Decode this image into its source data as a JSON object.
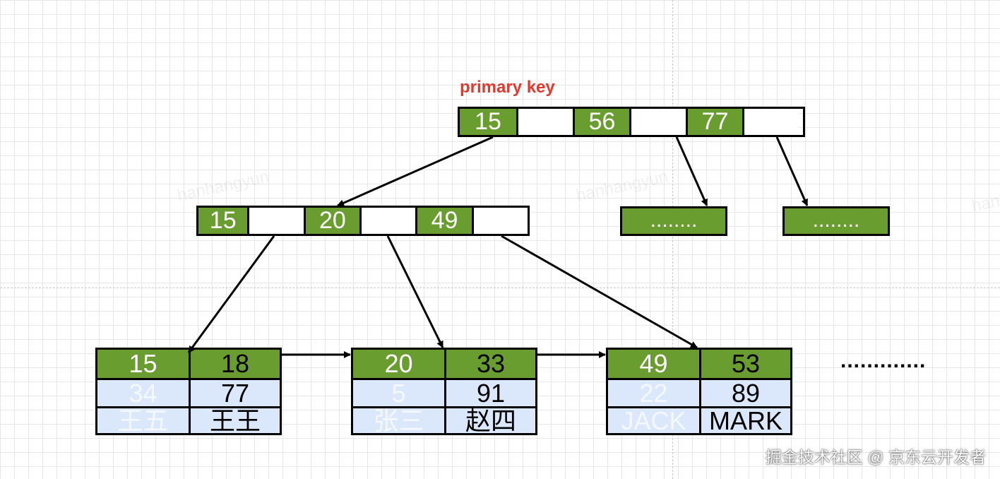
{
  "label": "primary key",
  "root": [
    {
      "key": "15",
      "ptr": ""
    },
    {
      "key": "56",
      "ptr": ""
    },
    {
      "key": "77",
      "ptr": ""
    }
  ],
  "internal": [
    {
      "key": "15",
      "ptr": ""
    },
    {
      "key": "20",
      "ptr": ""
    },
    {
      "key": "49",
      "ptr": ""
    }
  ],
  "sibling_nodes": [
    "........",
    "........"
  ],
  "leaves": [
    {
      "keys": [
        "15",
        "18"
      ],
      "row2": [
        "34",
        "77"
      ],
      "row3": [
        "王五",
        "王王"
      ]
    },
    {
      "keys": [
        "20",
        "33"
      ],
      "row2": [
        "5",
        "91"
      ],
      "row3": [
        "张三",
        "赵四"
      ]
    },
    {
      "keys": [
        "49",
        "53"
      ],
      "row2": [
        "22",
        "89"
      ],
      "row3": [
        "JACK",
        "MARK"
      ]
    }
  ],
  "more": ".............",
  "watermark": "hanhangyun",
  "credit": "掘金技术社区 @ 京东云开发者",
  "colors": {
    "key_fill": "#6a9d2f",
    "leaf_data_fill": "#dbe7fb",
    "label": "#e03a2f"
  }
}
